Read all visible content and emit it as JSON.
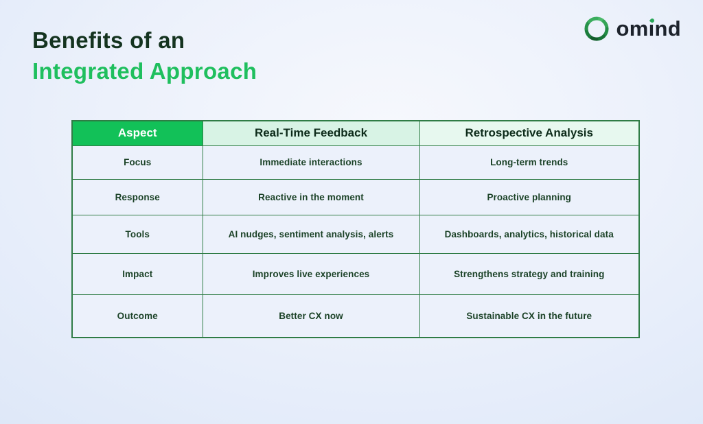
{
  "page": {
    "title_line1": "Benefits of an",
    "title_line2": "Integrated Approach"
  },
  "logo": {
    "brand": "omind",
    "brand_parts": {
      "pre": "om",
      "i": "ı",
      "post": "nd"
    },
    "icon": "swirl-icon"
  },
  "colors": {
    "title_dark": "#14331f",
    "title_green": "#1fbf5e",
    "header_green": "#12c158",
    "header_mint": "#d8f3e5",
    "header_mint_light": "#e7f8ef",
    "border_green": "#2f7c45",
    "cell_bg": "#ecf1fb",
    "cell_text": "#1b4227",
    "background_blue": "#dde7f8"
  },
  "chart_data": {
    "type": "table",
    "title": "Benefits of an Integrated Approach",
    "columns": [
      "Aspect",
      "Real-Time Feedback",
      "Retrospective Analysis"
    ],
    "rows": [
      [
        "Focus",
        "Immediate interactions",
        "Long-term trends"
      ],
      [
        "Response",
        "Reactive in the moment",
        "Proactive planning"
      ],
      [
        "Tools",
        "AI nudges, sentiment analysis, alerts",
        "Dashboards, analytics, historical data"
      ],
      [
        "Impact",
        "Improves live experiences",
        "Strengthens strategy and training"
      ],
      [
        "Outcome",
        "Better CX now",
        "Sustainable CX in the future"
      ]
    ],
    "layout_hints": {
      "header_row": true,
      "grid": "full-borders",
      "legend_position": "none"
    }
  }
}
